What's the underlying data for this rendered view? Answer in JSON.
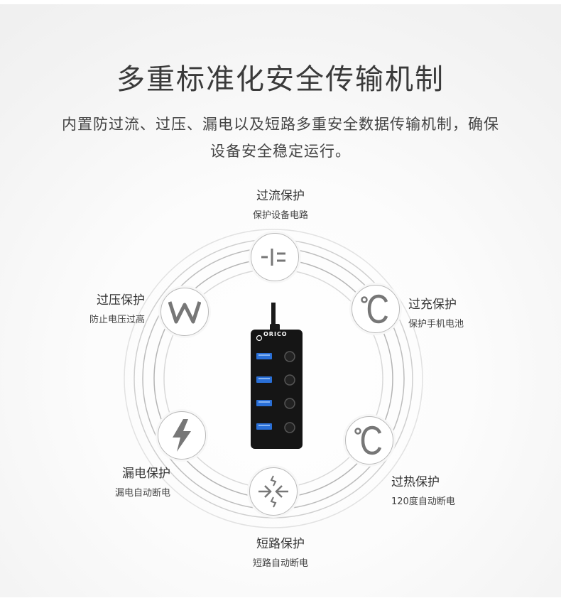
{
  "header": {
    "title": "多重标准化安全传输机制",
    "subtitle_line1": "内置防过流、过压、漏电以及短路多重安全数据传输机制，确保",
    "subtitle_line2": "设备安全稳定运行。"
  },
  "hub": {
    "brand": "ORICO"
  },
  "features": [
    {
      "title": "过流保护",
      "desc": "保护设备电路",
      "icon": "overcurrent-icon"
    },
    {
      "title": "过充保护",
      "desc": "保护手机电池",
      "icon": "celsius-icon"
    },
    {
      "title": "过热保护",
      "desc": "120度自动断电",
      "icon": "celsius-icon"
    },
    {
      "title": "短路保护",
      "desc": "短路自动断电",
      "icon": "short-circuit-icon"
    },
    {
      "title": "漏电保护",
      "desc": "漏电自动断电",
      "icon": "lightning-icon"
    },
    {
      "title": "过压保护",
      "desc": "防止电压过高",
      "icon": "watt-icon"
    }
  ],
  "colors": {
    "icon": "#777777",
    "ring": "#c8c8c8",
    "hub": "#111111",
    "usb_port": "#2a6fd6"
  }
}
